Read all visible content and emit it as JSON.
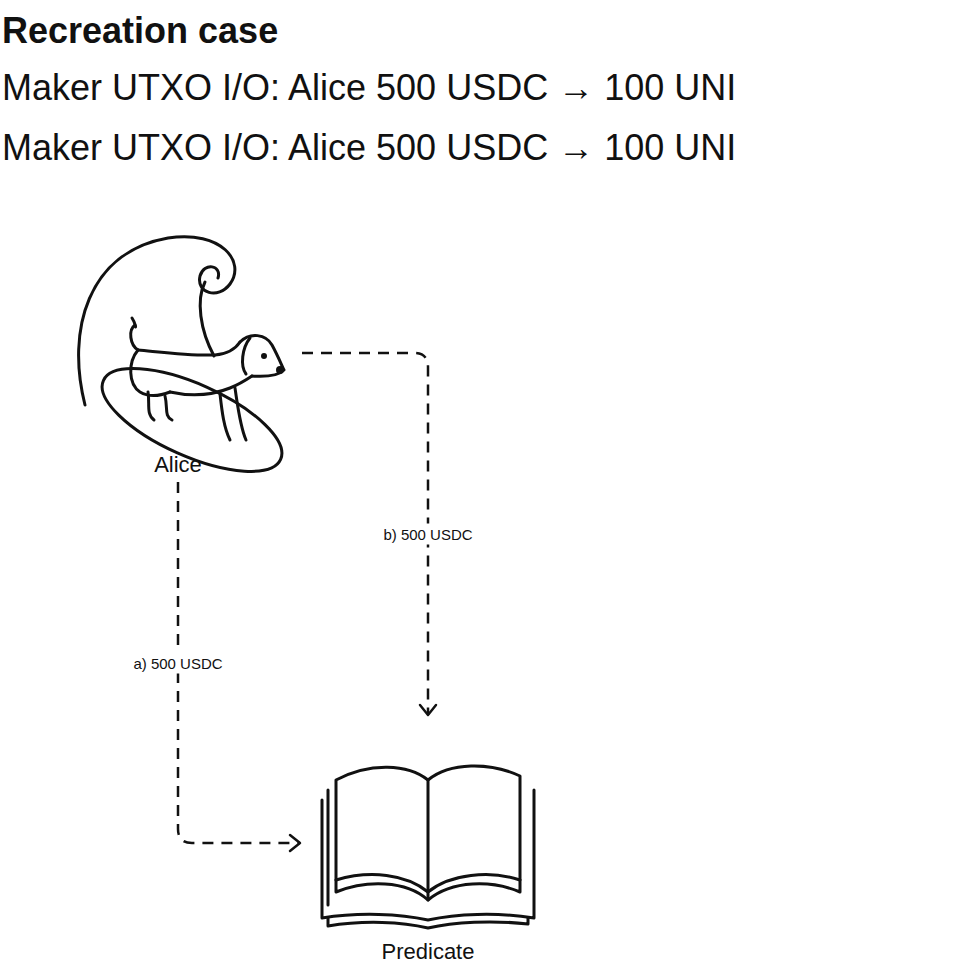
{
  "diagram": {
    "title": "Recreation case",
    "nodes": [
      {
        "text": [
          "Alice"
        ]
      },
      {
        "text": [
          "Predicate"
        ]
      }
    ],
    "edges": [
      {
        "from": 0,
        "to": 1,
        "label": "a) 500 USDC",
        "arrow": "to"
      },
      {
        "from": 0,
        "to": 1,
        "label": "b) 500 USDC",
        "arrow": "to"
      }
    ],
    "labels": [
      "Maker UTXO I/O: Alice 500 USDC → 100 UNI",
      "Maker UTXO I/O: Alice 500 USDC → 100 UNI"
    ]
  }
}
